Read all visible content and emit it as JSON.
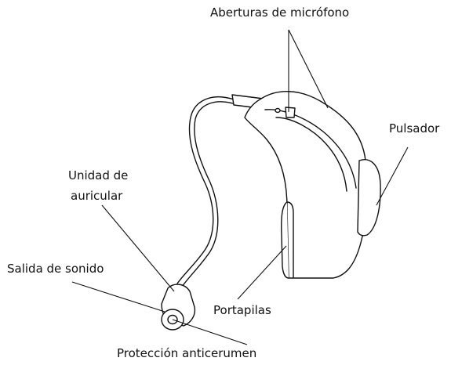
{
  "diagram": {
    "labels": {
      "microphone_openings": "Aberturas de micrófono",
      "push_button": "Pulsador",
      "receiver_unit_line1": "Unidad de",
      "receiver_unit_line2": "auricular",
      "sound_outlet": "Salida de sonido",
      "battery_holder": "Portapilas",
      "wax_guard": "Protección anticerumen"
    },
    "colors": {
      "ink": "#111111",
      "background": "#ffffff"
    }
  }
}
